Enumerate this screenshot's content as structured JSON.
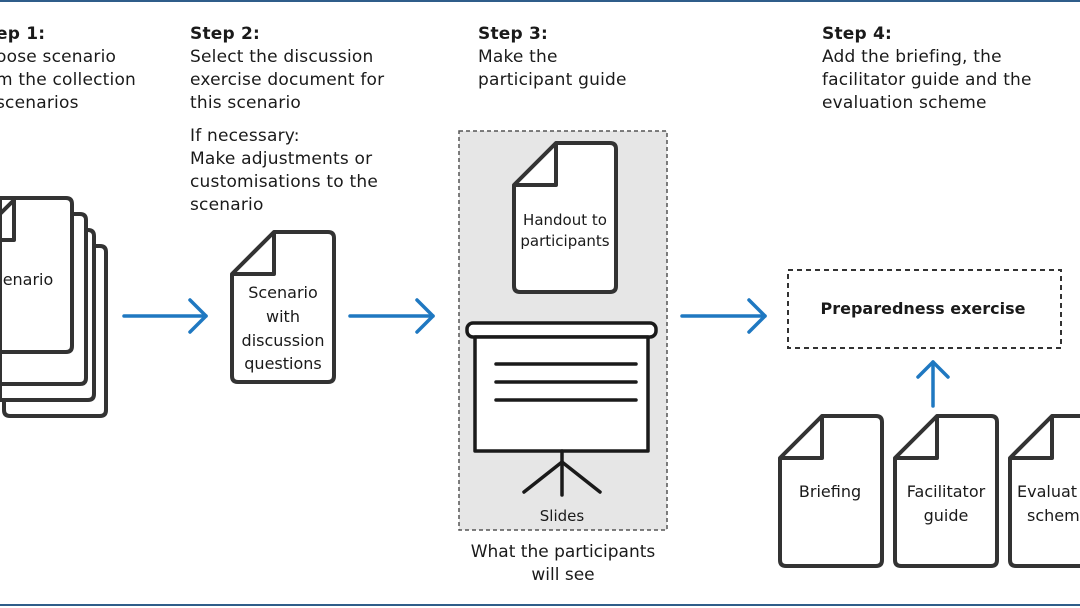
{
  "colors": {
    "accent": "#1f78c1",
    "rule": "#2f5d8a",
    "panel": "#e6e6e6",
    "stroke": "#333333"
  },
  "step1": {
    "title": "ep 1:",
    "lines": [
      "oose scenario",
      "m the collection",
      "scenarios"
    ],
    "doc_label": "enario"
  },
  "step2": {
    "title": "Step 2:",
    "lines": [
      "Select the discussion",
      "exercise document for",
      "this scenario"
    ],
    "extra": [
      "If necessary:",
      "Make adjustments or",
      "customisations to the",
      "scenario"
    ],
    "doc_label": [
      "Scenario",
      "with",
      "discussion",
      "questions"
    ]
  },
  "step3": {
    "title": "Step 3:",
    "lines": [
      "Make the",
      "participant guide"
    ],
    "handout_label": [
      "Handout to",
      "participants"
    ],
    "slides_label": "Slides",
    "caption": [
      "What the participants",
      "will see"
    ]
  },
  "step4": {
    "title": "Step 4:",
    "lines": [
      "Add the briefing, the",
      "facilitator guide and the",
      "evaluation scheme"
    ],
    "exercise_label": "Preparedness exercise",
    "docs": [
      {
        "label": [
          "Briefing"
        ]
      },
      {
        "label": [
          "Facilitator",
          "guide"
        ]
      },
      {
        "label": [
          "Evaluat",
          "schem"
        ]
      }
    ]
  },
  "icons": [
    "document-icon",
    "document-stack-icon",
    "projector-screen-icon",
    "arrow-right-icon",
    "arrow-up-icon"
  ]
}
